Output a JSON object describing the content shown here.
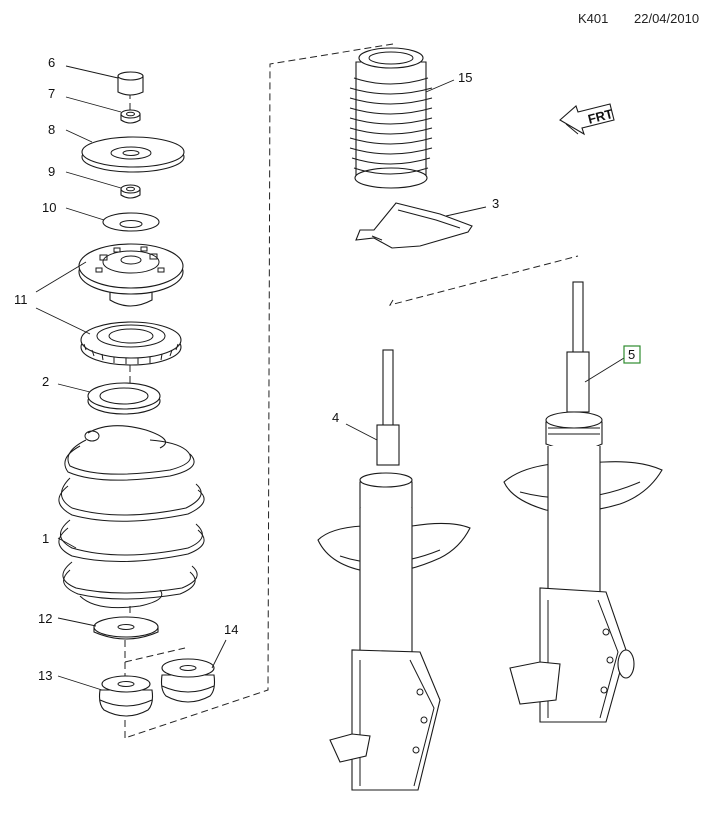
{
  "header": {
    "code": "K401",
    "date": "22/04/2010"
  },
  "callouts": {
    "c1": "1",
    "c2": "2",
    "c3": "3",
    "c4": "4",
    "c5": "5",
    "c6": "6",
    "c7": "7",
    "c8": "8",
    "c9": "9",
    "c10": "10",
    "c11": "11",
    "c12": "12",
    "c13": "13",
    "c14": "14",
    "c15": "15"
  },
  "direction_label": "FRT",
  "colors": {
    "ink": "#1a1a1a",
    "highlight_box": "#2e8b2e",
    "background": "#ffffff"
  }
}
